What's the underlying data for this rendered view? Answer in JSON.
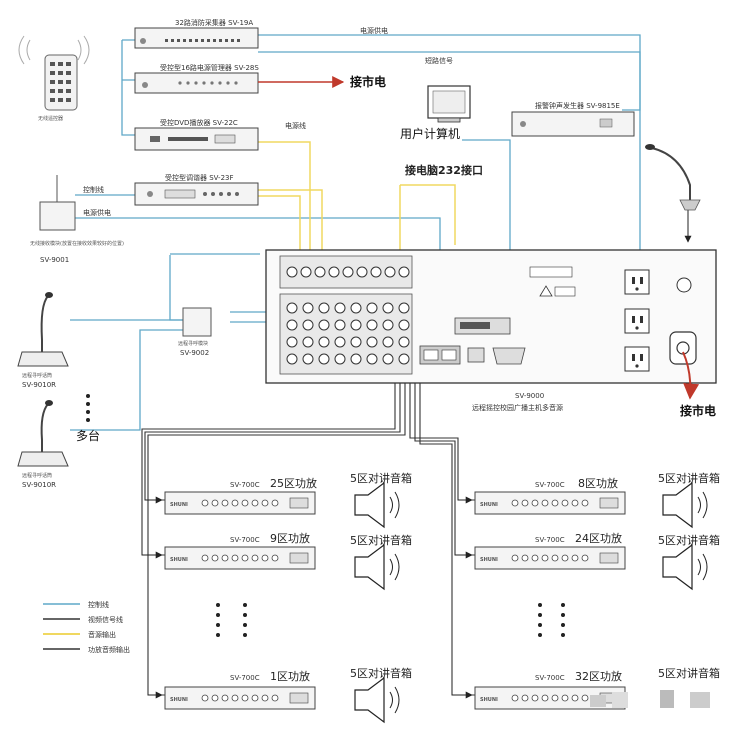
{
  "devices": {
    "d1": "32路消防采集器 SV-19A",
    "d2": "受控型16路电源管理器 SV-28S",
    "d3": "受控DVD播放器 SV-22C",
    "d4": "受控型调谐器 SV-23F",
    "pager": "报警钟声发生器 SV-9815E",
    "remote": "无线遥控器",
    "receiver_desc": "无线接收模块(放置在接收效果较好的位置)",
    "receiver_model": "SV-9001",
    "mic_unit": "远程寻呼话筒",
    "mic_model1": "SV-9010R",
    "mic_model2": "SV-9010R",
    "multi": "多台",
    "relay_name": "远程寻呼模块",
    "relay_model": "SV-9002"
  },
  "labels": {
    "power_supply_top": "电源供电",
    "mains_top": "接市电",
    "short_signal": "短路信号",
    "power_cable": "电源线",
    "user_pc": "用户计算机",
    "pc_rs232": "接电脑232接口",
    "control_line": "控制线",
    "power_supply_left": "电源供电",
    "mains_right": "接市电",
    "host_model": "SV-9000",
    "host_desc": "远程摇控校园广播主机多音源"
  },
  "amps": [
    {
      "model": "SV-700C",
      "zone": "25区功放",
      "speaker": "5区对讲音箱"
    },
    {
      "model": "SV-700C",
      "zone": "9区功放",
      "speaker": "5区对讲音箱"
    },
    {
      "model": "SV-700C",
      "zone": "1区功放",
      "speaker": "5区对讲音箱"
    },
    {
      "model": "SV-700C",
      "zone": "8区功放",
      "speaker": "5区对讲音箱"
    },
    {
      "model": "SV-700C",
      "zone": "24区功放",
      "speaker": "5区对讲音箱"
    },
    {
      "model": "SV-700C",
      "zone": "32区功放",
      "speaker": "5区对讲音箱"
    }
  ],
  "amp_brand": "SHUNI",
  "legend": [
    {
      "label": "控制线",
      "color": "#5fa8c8"
    },
    {
      "label": "视频信号线",
      "color": "#333333"
    },
    {
      "label": "音源输出",
      "color": "#f0d860"
    },
    {
      "label": "功放音频输出",
      "color": "#333333"
    }
  ],
  "colors": {
    "blue": "#5fa8c8",
    "yellow": "#f0d860",
    "black": "#333333"
  }
}
